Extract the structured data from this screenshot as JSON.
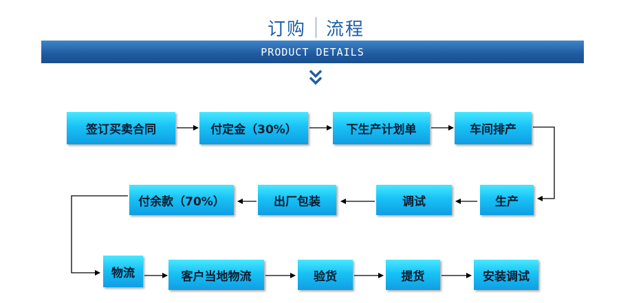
{
  "header": {
    "title_left": "订购",
    "title_right": "流程",
    "subtitle": "PRODUCT DETAILS"
  },
  "steps": [
    "签订买卖合同",
    "付定金（30%）",
    "下生产计划单",
    "车间排产",
    "生产",
    "调试",
    "出厂包装",
    "付余款（70%）",
    "物流",
    "客户当地物流",
    "验货",
    "提货",
    "安装调试"
  ],
  "colors": {
    "title": "#1d5ea8",
    "band": "#1f5aa0",
    "box_top": "#47e7ff",
    "box_bottom": "#0f9ee3",
    "arrow": "#000000"
  }
}
